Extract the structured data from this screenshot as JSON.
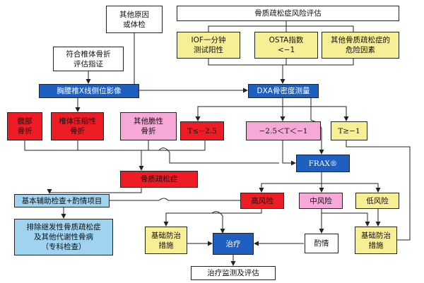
{
  "boxes": {
    "other_reason": "其他原因\n或体检",
    "risk_assessment": "骨质疏松症风险评估",
    "iof": "IOF一分钟\n测试阳性",
    "osta": "OSTA指数\n<−1",
    "other_risk_factors": "其他骨质疏松症的\n危险因素",
    "vertebral_criteria": "符合椎体骨折\n评估指证",
    "xray": "胸腰椎X线侧位影像",
    "dxa": "DXA骨密度测量",
    "hip_fracture": "髋部\n骨折",
    "vertebral_fracture": "椎体压缩性\n骨折",
    "other_fragility_fracture": "其他脆性\n骨折",
    "t_low": "T≤−2.5",
    "t_mid": "−2.5＜T＜−1",
    "t_high": "T≥−1",
    "frax": "FRAX®",
    "osteoporosis": "骨质疏松症",
    "basic_exam": "基本辅助检查+酌情项目",
    "high_risk": "高风险",
    "mid_risk": "中风险",
    "low_risk": "低风险",
    "exclude_secondary": "排除继发性骨质疏松症\n及其他代谢性骨病\n（专科检查）",
    "basic_prevention_left": "基础防治\n措施",
    "treatment": "治疗",
    "discretion": "酌情",
    "basic_prevention_right": "基础防治\n措施",
    "monitoring": "治疗监测及评估"
  },
  "colors": {
    "yellow": "#f7ef96",
    "blue": "#1f5fbf",
    "red": "#ee1c24",
    "pink": "#f6a9d6",
    "light_blue": "#9fd3ef"
  }
}
